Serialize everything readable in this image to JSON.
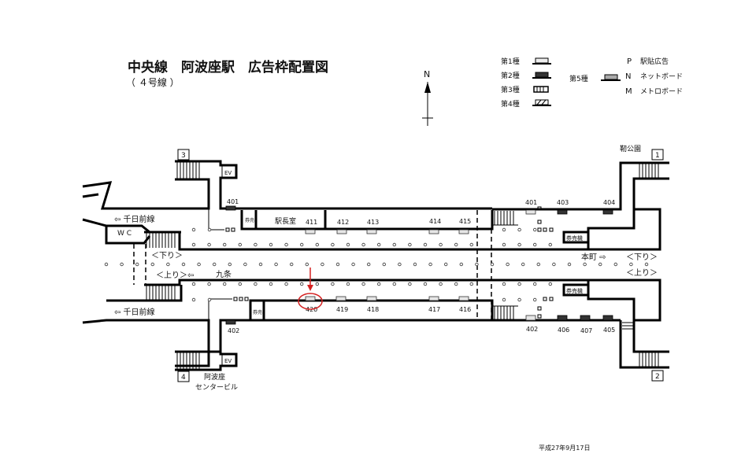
{
  "title": "中央線　阿波座駅　広告枠配置図",
  "subtitle": "（ ４号線 ）",
  "north": "N",
  "legend": {
    "types": [
      "第1種",
      "第2種",
      "第3種",
      "第4種"
    ],
    "type5": "第5種",
    "codes": [
      {
        "letter": "P",
        "label": "駅貼広告"
      },
      {
        "letter": "N",
        "label": "ネットボード"
      },
      {
        "letter": "M",
        "label": "メトロボード"
      }
    ]
  },
  "exits": {
    "e1": "1",
    "e2": "2",
    "e3": "3",
    "e4": "4",
    "e1_name": "靭公園",
    "e4_name1": "阿波座",
    "e4_name2": "センタービル"
  },
  "labels": {
    "ev": "EV",
    "wc": "W C",
    "station_office": "駅長室",
    "ticket": "券売",
    "ticket_machine": "券売機",
    "sennichimae_top": "⇦ 千日前線",
    "sennichimae_bottom": "⇦ 千日前線",
    "down_left": "＜下り＞",
    "up_left": "＜上り＞⇦",
    "kujo": "九条",
    "honmachi": "本町 ⇨",
    "down_right": "＜下り＞",
    "up_right": "＜上り＞"
  },
  "ads": {
    "top_left": "401",
    "upper": [
      "411",
      "412",
      "413",
      "414",
      "415"
    ],
    "lower": [
      "420",
      "419",
      "418",
      "417",
      "416"
    ],
    "top_right": [
      "401",
      "403",
      "404"
    ],
    "bottom_left": "402",
    "bottom_right": [
      "402",
      "406",
      "407",
      "405"
    ],
    "highlighted": "420",
    "highlight_color": "#d42020"
  },
  "date": "平成27年9月17日"
}
